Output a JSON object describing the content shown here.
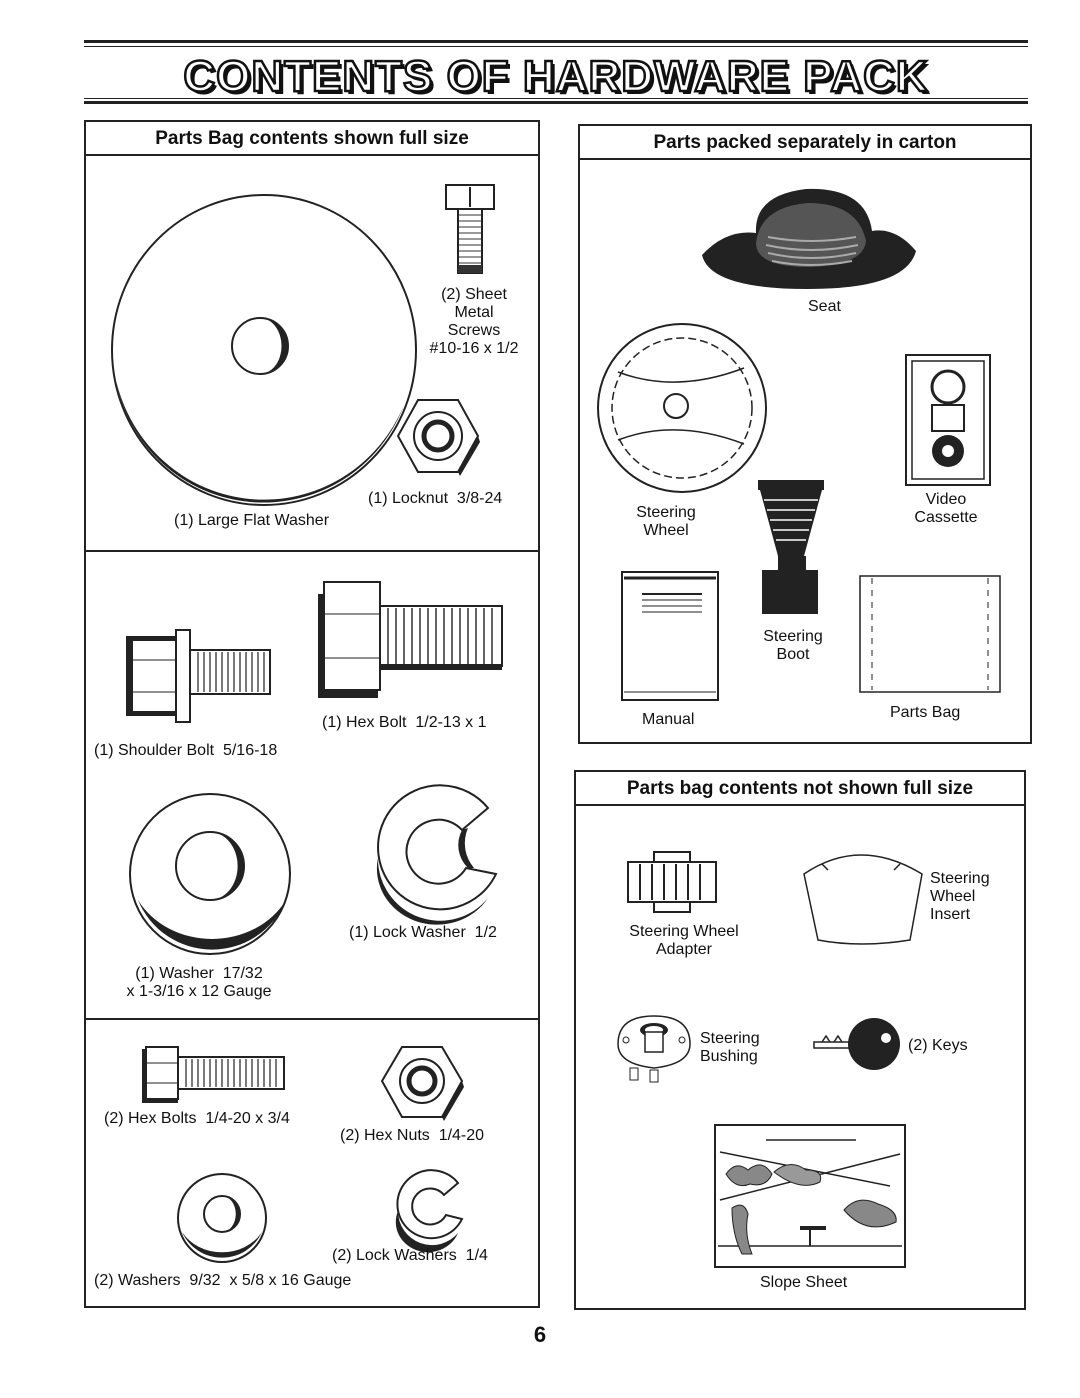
{
  "page": {
    "title": "CONTENTS OF HARDWARE PACK",
    "page_number": "6"
  },
  "left_panel": {
    "heading": "Parts Bag contents shown full size",
    "items": {
      "sheet_metal_screws": "(2) Sheet\nMetal\nScrews\n#10-16 x 1/2",
      "locknut": "(1) Locknut  3/8-24",
      "large_flat_washer": "(1) Large Flat Washer",
      "hex_bolt": "(1) Hex Bolt  1/2-13 x 1",
      "shoulder_bolt": "(1) Shoulder Bolt  5/16-18",
      "lock_washer": "(1) Lock Washer  1/2",
      "washer": "(1) Washer  17/32\nx 1-3/16 x 12 Gauge",
      "hex_bolts": "(2) Hex Bolts  1/4-20 x 3/4",
      "hex_nuts": "(2) Hex Nuts  1/4-20",
      "lock_washers": "(2) Lock Washers  1/4",
      "washers": "(2) Washers  9/32  x 5/8 x 16 Gauge"
    }
  },
  "carton_panel": {
    "heading": "Parts packed separately in carton",
    "items": {
      "seat": "Seat",
      "steering_wheel": "Steering\nWheel",
      "video_cassette": "Video\nCassette",
      "steering_boot": "Steering\nBoot",
      "manual": "Manual",
      "parts_bag": "Parts Bag"
    }
  },
  "bag_panel": {
    "heading": "Parts bag contents not shown full size",
    "items": {
      "steering_wheel_adapter": "Steering Wheel\nAdapter",
      "steering_wheel_insert": "Steering\nWheel\nInsert",
      "steering_bushing": "Steering\nBushing",
      "keys": "(2) Keys",
      "slope_sheet": "Slope Sheet"
    }
  }
}
